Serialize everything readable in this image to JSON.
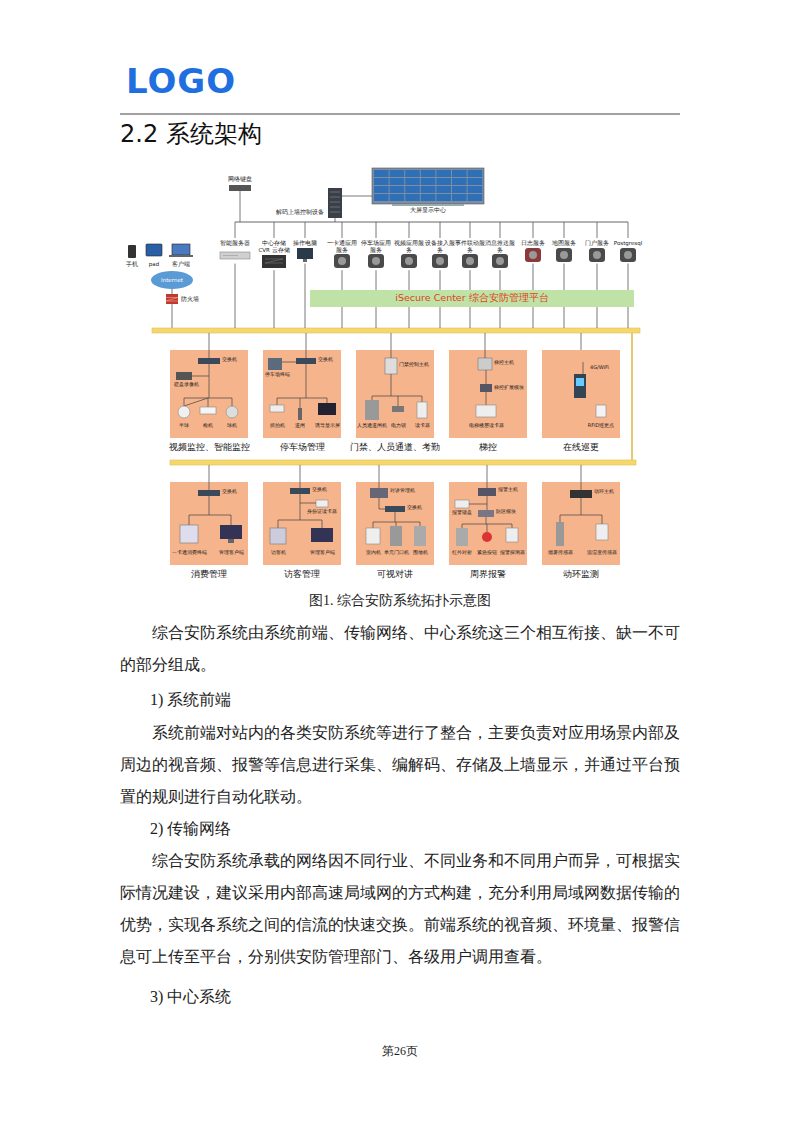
{
  "diagram": {
    "title": "2.2 系统架构",
    "caption": "图1. 综合安防系统拓扑示意图",
    "nodes": [
      {
        "text": [
          "智能服务器"
        ]
      },
      {
        "text": [
          "中心存储 CVR 云存储"
        ]
      },
      {
        "text": [
          "操作电脑"
        ]
      },
      {
        "text": [
          "一卡通应用服务"
        ]
      },
      {
        "text": [
          "停车场应用服务"
        ]
      },
      {
        "text": [
          "视频应用服务"
        ]
      },
      {
        "text": [
          "设备接入服务"
        ]
      },
      {
        "text": [
          "事件联动服务"
        ]
      },
      {
        "text": [
          "消息推送服务"
        ]
      },
      {
        "text": [
          "日志服务"
        ]
      },
      {
        "text": [
          "地图服务"
        ]
      },
      {
        "text": [
          "门户服务"
        ]
      },
      {
        "text": [
          "Postgresql"
        ]
      },
      {
        "text": [
          "iSecure Center 综合安防管理平台"
        ]
      },
      {
        "text": [
          "视频监控、智能监控"
        ]
      },
      {
        "text": [
          "停车场管理"
        ]
      },
      {
        "text": [
          "门禁、人员通道、考勤"
        ]
      },
      {
        "text": [
          "梯控"
        ]
      },
      {
        "text": [
          "在线巡更"
        ]
      },
      {
        "text": [
          "消费管理"
        ]
      },
      {
        "text": [
          "访客管理"
        ]
      },
      {
        "text": [
          "可视对讲"
        ]
      },
      {
        "text": [
          "周界报警"
        ]
      },
      {
        "text": [
          "动环监测"
        ]
      }
    ],
    "edges": [
      {
        "from": 3,
        "to": 13,
        "arrow": "none"
      },
      {
        "from": 4,
        "to": 13,
        "arrow": "none"
      },
      {
        "from": 5,
        "to": 13,
        "arrow": "none"
      },
      {
        "from": 6,
        "to": 13,
        "arrow": "none"
      },
      {
        "from": 7,
        "to": 13,
        "arrow": "none"
      },
      {
        "from": 8,
        "to": 13,
        "arrow": "none"
      },
      {
        "from": 9,
        "to": 13,
        "arrow": "none"
      },
      {
        "from": 10,
        "to": 13,
        "arrow": "none"
      },
      {
        "from": 11,
        "to": 13,
        "arrow": "none"
      },
      {
        "from": 12,
        "to": 13,
        "arrow": "none"
      }
    ],
    "labels": [
      "LOGO",
      "网络键盘",
      "解码上墙控制设备",
      "大屏显示中心",
      "手机",
      "pad",
      "客户端",
      "Internet",
      "防火墙",
      "交换机",
      "硬盘录像机",
      "半球",
      "枪机",
      "球机",
      "停车场终端",
      "交换机",
      "抓拍机",
      "道闸",
      "诱导显示屏",
      "门禁控制主机",
      "人员通道闸机",
      "电力锁",
      "读卡器",
      "梯控主机",
      "梯控扩展模块",
      "电梯楼层读卡器",
      "4G/WiFi",
      "RFID巡更点",
      "交换机",
      "一卡通消费终端",
      "管理客户端",
      "交换机",
      "身份证读卡器",
      "访客机",
      "管理客户端",
      "对讲管理机",
      "交换机",
      "室内机",
      "单元门口机",
      "围墙机",
      "报警主机",
      "报警键盘",
      "防区模块",
      "红外对射",
      "紧急按钮",
      "报警探测器",
      "动环主机",
      "烟雾传感器",
      "温湿度传感器",
      "综合安防系统由系统前端、传输网络、中心系统这三个相互衔接、缺一不可的部分组成。",
      "1) 系统前端",
      "系统前端对站内的各类安防系统等进行了整合，主要负责对应用场景内部及周边的视音频、报警等信息进行采集、编解码、存储及上墙显示，并通过平台预置的规则进行自动化联动。",
      "2) 传输网络",
      "综合安防系统承载的网络因不同行业、不同业务和不同用户而异，可根据实际情况建设，建议采用内部高速局域网的方式构建，充分利用局域网数据传输的优势，实现各系统之间的信流的快速交换。前端系统的视音频、环境量、报警信息可上传至平台，分别供安防管理部门、各级用户调用查看。",
      "3) 中心系统",
      "第26页"
    ]
  }
}
